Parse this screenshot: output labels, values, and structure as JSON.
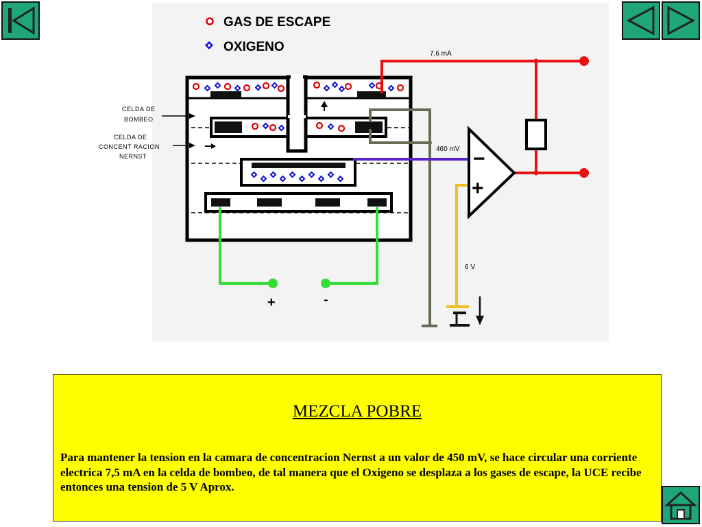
{
  "legend": {
    "exhaust_label": "GAS DE ESCAPE",
    "oxygen_label": "OXIGENO"
  },
  "labels": {
    "pump_cell": [
      "CELDA DE",
      "BOMBEO"
    ],
    "nernst_cell": [
      "CELDA DE",
      "CONCENT RACION",
      "NERNST"
    ],
    "pump_current": "7,6 mA",
    "nernst_voltage": "460 mV",
    "supply_voltage": "6 V",
    "plus_terminal": "+",
    "minus_terminal": "-",
    "amp_minus": "−",
    "amp_plus": "+"
  },
  "info_box": {
    "title": "MEZCLA POBRE",
    "body": "Para mantener la tension en la camara de concentracion Nernst a un valor de 450 mV, se hace circular una corriente electrica 7,5 mA en la celda de bombeo, de tal manera que el Oxigeno se desplaza a los gases de escape, la UCE recibe entonces una tension de 5 V Aprox."
  },
  "colors": {
    "nav_button": "#1fa67a",
    "info_box": "#ffff00",
    "exhaust_marker": "#dd0000",
    "oxygen_marker": "#1010cc",
    "pump_wire": "#e81010",
    "nernst_wire": "#5a22cc",
    "heater_wire": "#33dd33",
    "supply_wire": "#f0c020",
    "ground_wire": "#6b6b55"
  },
  "icons": {
    "first_slide": "first-slide-icon",
    "previous_slide": "previous-slide-icon",
    "next_slide": "next-slide-icon",
    "home": "home-icon"
  }
}
